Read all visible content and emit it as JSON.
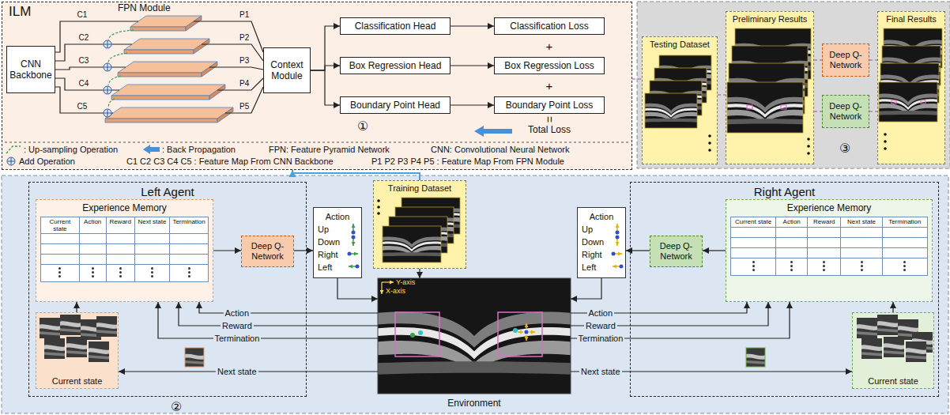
{
  "diagram": {
    "nodes": [
      {
        "text": [
          "ILM"
        ]
      },
      {
        "text": [
          "CNN Backbone"
        ],
        "in": 0
      },
      {
        "text": [
          "FPN Module"
        ],
        "in": 0
      },
      {
        "text": [
          "Context Module"
        ],
        "in": 0
      },
      {
        "text": [
          "Classification Head"
        ],
        "in": 0
      },
      {
        "text": [
          "Box Regression Head"
        ],
        "in": 0
      },
      {
        "text": [
          "Boundary Point Head"
        ],
        "in": 0
      },
      {
        "text": [
          "Classification Loss"
        ],
        "in": 0
      },
      {
        "text": [
          "Box Regression Loss"
        ],
        "in": 0
      },
      {
        "text": [
          "Boundary Point Loss"
        ],
        "in": 0
      },
      {
        "text": [
          "Testing Dataset"
        ]
      },
      {
        "text": [
          "Preliminary Results"
        ]
      },
      {
        "text": [
          "Deep Q-Network"
        ]
      },
      {
        "text": [
          "Deep Q-Network"
        ]
      },
      {
        "text": [
          "Final Results"
        ]
      },
      {
        "text": [
          "Left Agent"
        ]
      },
      {
        "text": [
          "Experience Memory",
          "Current state",
          "Action",
          "Reward",
          "Next state",
          "Termination"
        ],
        "in": 15
      },
      {
        "text": [
          "Deep Q-Network"
        ],
        "in": 15
      },
      {
        "text": [
          "Current state"
        ],
        "in": 15
      },
      {
        "text": [
          "Action",
          "Up",
          "Down",
          "Right",
          "Left"
        ]
      },
      {
        "text": [
          "Training Dataset"
        ]
      },
      {
        "text": [
          "Environment"
        ]
      },
      {
        "text": [
          "Action",
          "Up",
          "Down",
          "Right",
          "Left"
        ]
      },
      {
        "text": [
          "Right Agent"
        ]
      },
      {
        "text": [
          "Experience Memory",
          "Current state",
          "Action",
          "Reward",
          "Next state",
          "Termination"
        ],
        "in": 23
      },
      {
        "text": [
          "Deep Q-Network"
        ],
        "in": 23
      },
      {
        "text": [
          "Current state"
        ],
        "in": 23
      }
    ],
    "edges": [
      {
        "from": 1,
        "to": 2,
        "label": "C1",
        "arrow": "none"
      },
      {
        "from": 1,
        "to": 2,
        "label": "C2",
        "arrow": "none"
      },
      {
        "from": 1,
        "to": 2,
        "label": "C3",
        "arrow": "none"
      },
      {
        "from": 1,
        "to": 2,
        "label": "C4",
        "arrow": "none"
      },
      {
        "from": 1,
        "to": 2,
        "label": "C5",
        "arrow": "none"
      },
      {
        "from": 2,
        "to": 3,
        "label": "P1",
        "arrow": "none"
      },
      {
        "from": 2,
        "to": 3,
        "label": "P2",
        "arrow": "none"
      },
      {
        "from": 2,
        "to": 3,
        "label": "P3",
        "arrow": "none"
      },
      {
        "from": 2,
        "to": 3,
        "label": "P4",
        "arrow": "none"
      },
      {
        "from": 2,
        "to": 3,
        "label": "P5",
        "arrow": "none"
      },
      {
        "from": 3,
        "to": 4,
        "arrow": "to"
      },
      {
        "from": 3,
        "to": 5,
        "arrow": "to"
      },
      {
        "from": 3,
        "to": 6,
        "arrow": "to"
      },
      {
        "from": 4,
        "to": 7,
        "arrow": "to"
      },
      {
        "from": 5,
        "to": 8,
        "arrow": "to"
      },
      {
        "from": 6,
        "to": 9,
        "arrow": "to"
      },
      {
        "from": 0,
        "to": 10,
        "arrow": "none"
      },
      {
        "from": 10,
        "to": 11,
        "arrow": "none"
      },
      {
        "from": 11,
        "to": 12,
        "arrow": "none"
      },
      {
        "from": 11,
        "to": 13,
        "arrow": "none"
      },
      {
        "from": 12,
        "to": 14,
        "arrow": "none"
      },
      {
        "from": 13,
        "to": 14,
        "arrow": "none"
      },
      {
        "from": 20,
        "to": 0,
        "arrow": "to"
      },
      {
        "from": 20,
        "to": 21,
        "arrow": "to"
      },
      {
        "from": 18,
        "to": 16,
        "arrow": "to"
      },
      {
        "from": 16,
        "to": 17,
        "arrow": "to"
      },
      {
        "from": 17,
        "to": 19,
        "arrow": "to"
      },
      {
        "from": 19,
        "to": 21,
        "arrow": "to"
      },
      {
        "from": 21,
        "to": 16,
        "label": "Action",
        "arrow": "to"
      },
      {
        "from": 21,
        "to": 16,
        "label": "Reward",
        "arrow": "to"
      },
      {
        "from": 21,
        "to": 16,
        "label": "Termination",
        "arrow": "to"
      },
      {
        "from": 21,
        "to": 18,
        "label": "Next state",
        "arrow": "to"
      },
      {
        "from": 26,
        "to": 24,
        "arrow": "to"
      },
      {
        "from": 24,
        "to": 25,
        "arrow": "to"
      },
      {
        "from": 25,
        "to": 22,
        "arrow": "to"
      },
      {
        "from": 22,
        "to": 21,
        "arrow": "to"
      },
      {
        "from": 21,
        "to": 24,
        "label": "Action",
        "arrow": "to"
      },
      {
        "from": 21,
        "to": 24,
        "label": "Reward",
        "arrow": "to"
      },
      {
        "from": 21,
        "to": 24,
        "label": "Termination",
        "arrow": "to"
      },
      {
        "from": 21,
        "to": 26,
        "label": "Next state",
        "arrow": "to"
      }
    ],
    "labels": [
      "①",
      "+",
      "+",
      "=",
      "Total Loss",
      "FPN: Feature Pyramid Network",
      "CNN: Convolutional Neural Network",
      "C1 C2 C3 C4 C5 : Feature Map From CNN Backbone",
      "P1 P2 P3 P4 P5 : Feature Map From FPN Module",
      "③",
      "②",
      "Y-axis",
      "X-axis"
    ],
    "legend": [
      {
        "text": ": Up-sampling Operation"
      },
      {
        "text": ": Back Propagation"
      },
      {
        "text": "Add Operation"
      }
    ]
  }
}
